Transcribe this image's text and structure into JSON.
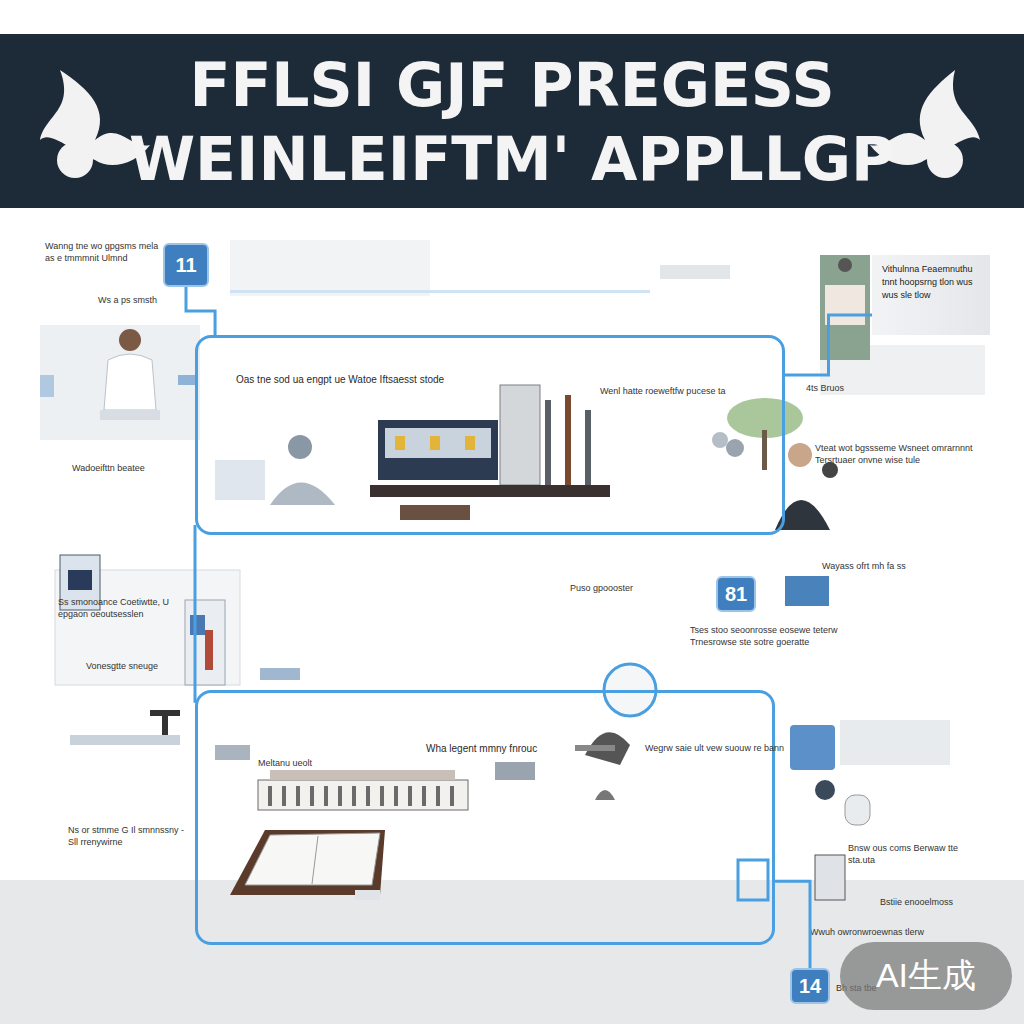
{
  "diagram": {
    "title": "FFLSI GJF PREGESS WEINLEIFTM' APPLLGP",
    "nodes": [
      {
        "text": [
          "11"
        ]
      },
      {
        "text": [
          "Oas tne sod ua engpt ue Watoe Iftsaesst stode"
        ]
      },
      {
        "text": [
          "Wha legent mmny fnrouc"
        ]
      },
      {
        "text": [
          "81"
        ]
      },
      {
        "text": [
          "14"
        ]
      },
      {
        "text": [
          "Vithulnna Feaemnuthu tnnt hoopsrng tlon wus wus sle tlow"
        ]
      }
    ],
    "edges": [
      {
        "from": 0,
        "to": 1,
        "arrow": "none"
      },
      {
        "from": 1,
        "to": 2,
        "arrow": "none"
      },
      {
        "from": 2,
        "to": 4,
        "arrow": "none"
      },
      {
        "from": 1,
        "to": 5,
        "arrow": "none"
      }
    ],
    "labels": [
      "Wanng tne wo gpgsms mela as e tmmmnit Ulmnd",
      "Ws a ps smsth",
      "Wadoeifttn beatee",
      "Wenl hatte roeweftfw pucese ta",
      "4ts Bruos",
      "Vteat wot bgssseme Wsneet omrarnnnt Tersrtuaer onvne wise tule",
      "Wayass ofrt mh fa ss",
      "Puso gpoooster",
      "Tses stoo seoonrosse eosewe teterw Trnesrowse ste sotre goeratte",
      "Ss smonoance Coetiwtte, U epgaon oeoutsesslen",
      "Vonesgtte sneuge",
      "Meltanu ueolt",
      "Wegrw saie ult vew suouw re bann",
      "Ns or stmme G Il smnnssny -Sll rrenywirne",
      "Bnsw ous coms Berwaw tte sta.uta",
      "Bstiie enooelmoss",
      "Wwuh owronwroewnas tlerw",
      "Bh sta tbe",
      "AI生成"
    ]
  }
}
